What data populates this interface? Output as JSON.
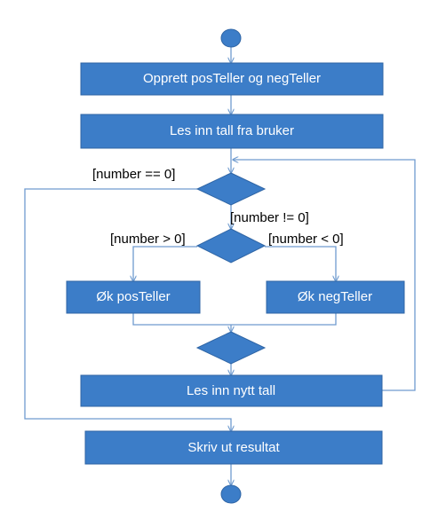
{
  "colors": {
    "node_fill": "#3c7dc8",
    "node_stroke": "#2f65a5",
    "edge": "#6f9bcf",
    "node_text": "#ffffff",
    "guard_text": "#000000"
  },
  "nodes": {
    "start": {
      "shape": "circle"
    },
    "create_counters": {
      "shape": "rect",
      "label": "Opprett posTeller og negTeller"
    },
    "read_number": {
      "shape": "rect",
      "label": "Les inn tall fra bruker"
    },
    "zero_check": {
      "shape": "diamond"
    },
    "sign_check": {
      "shape": "diamond"
    },
    "inc_pos": {
      "shape": "rect",
      "label": "Øk posTeller"
    },
    "inc_neg": {
      "shape": "rect",
      "label": "Øk negTeller"
    },
    "merge": {
      "shape": "diamond"
    },
    "read_next": {
      "shape": "rect",
      "label": "Les inn nytt tall"
    },
    "print_result": {
      "shape": "rect",
      "label": "Skriv ut resultat"
    },
    "end": {
      "shape": "circle"
    }
  },
  "guards": {
    "equals_zero": "[number == 0]",
    "not_zero": "[number != 0]",
    "positive": "[number > 0]",
    "negative": "[number < 0]"
  }
}
